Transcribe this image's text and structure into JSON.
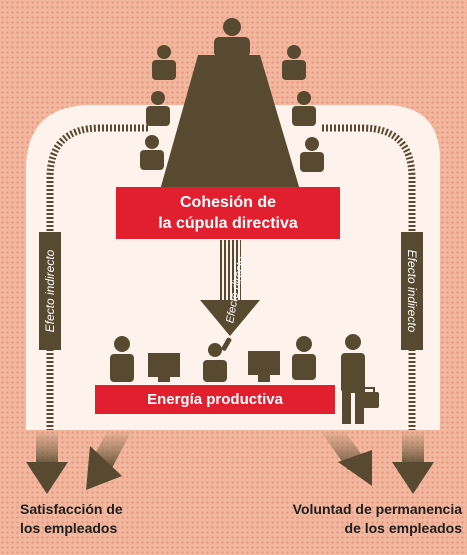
{
  "cohesion_box": {
    "line1": "Cohesión de",
    "line2": "la cúpula directiva"
  },
  "productive_box": {
    "label": "Energía productiva"
  },
  "arrows": {
    "left_indirect": "Efecto indirecto",
    "right_indirect": "Efecto indirecto",
    "center_direct": "Efecto directo"
  },
  "outcomes": {
    "left": {
      "line1": "Satisfacción de",
      "line2": "los empleados"
    },
    "right": {
      "line1": "Voluntad de permanencia",
      "line2": "de los empleados"
    }
  },
  "icons": [
    "board-member-icon",
    "employee-icon",
    "computer-monitor-icon",
    "briefcase-icon",
    "phone-icon"
  ],
  "colors": {
    "background": "#f2b89f",
    "dots": "#e9927a",
    "panel": "#fdf3ec",
    "figures": "#584a30",
    "box_red": "#e11f2f",
    "text_dark": "#1e1e1e"
  }
}
